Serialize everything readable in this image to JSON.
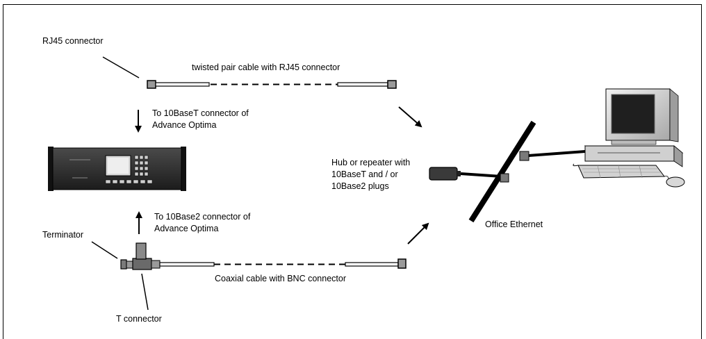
{
  "labels": {
    "rj45_connector": "RJ45 connector",
    "twisted_pair": "twisted pair cable with RJ45 connector",
    "to_10baset_line1": "To 10BaseT connector of",
    "to_10baset_line2": "Advance Optima",
    "to_10base2_line1": "To 10Base2 connector of",
    "to_10base2_line2": "Advance Optima",
    "terminator": "Terminator",
    "coaxial": "Coaxial cable with BNC connector",
    "t_connector": "T connector",
    "hub_line1": "Hub or repeater with",
    "hub_line2": "10BaseT and / or",
    "hub_line3": "10Base2 plugs",
    "office_ethernet": "Office Ethernet"
  },
  "colors": {
    "line": "#000000",
    "connector_fill": "#9a9a9a",
    "device_dark": "#2b2b2b",
    "computer_body": "#d6d6d6"
  }
}
